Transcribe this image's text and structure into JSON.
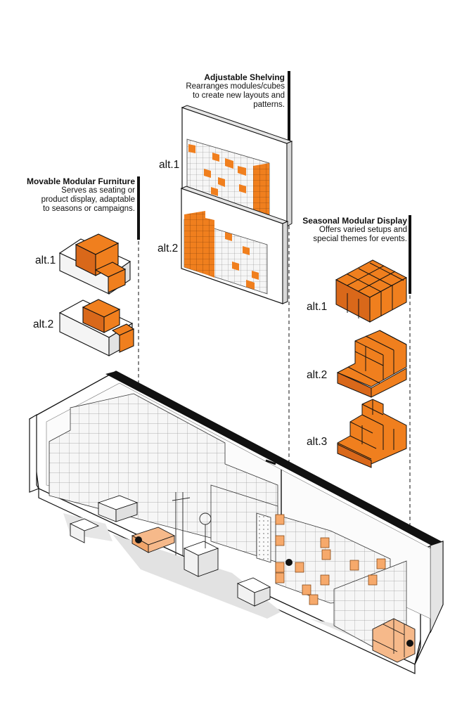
{
  "annotations": {
    "adjustable_shelving": {
      "title": "Adjustable Shelving",
      "text": "Rearranges modules/cubes\nto create new layouts and\npatterns.",
      "alts": [
        "alt.1",
        "alt.2"
      ]
    },
    "movable_furniture": {
      "title": "Movable Modular Furniture",
      "text": "Serves as seating or\nproduct display, adaptable\nto seasons or campaigns.",
      "alts": [
        "alt.1",
        "alt.2"
      ]
    },
    "seasonal_display": {
      "title": "Seasonal Modular Display",
      "text": "Offers varied setups and\nspecial themes for events.",
      "alts": [
        "alt.1",
        "alt.2",
        "alt.3"
      ]
    }
  },
  "colors": {
    "accent": "#f07f1e",
    "accent_light": "#f4b98a",
    "line": "#111111",
    "shelf": "#f4f4f4",
    "shadow": "#dcdcdc"
  }
}
